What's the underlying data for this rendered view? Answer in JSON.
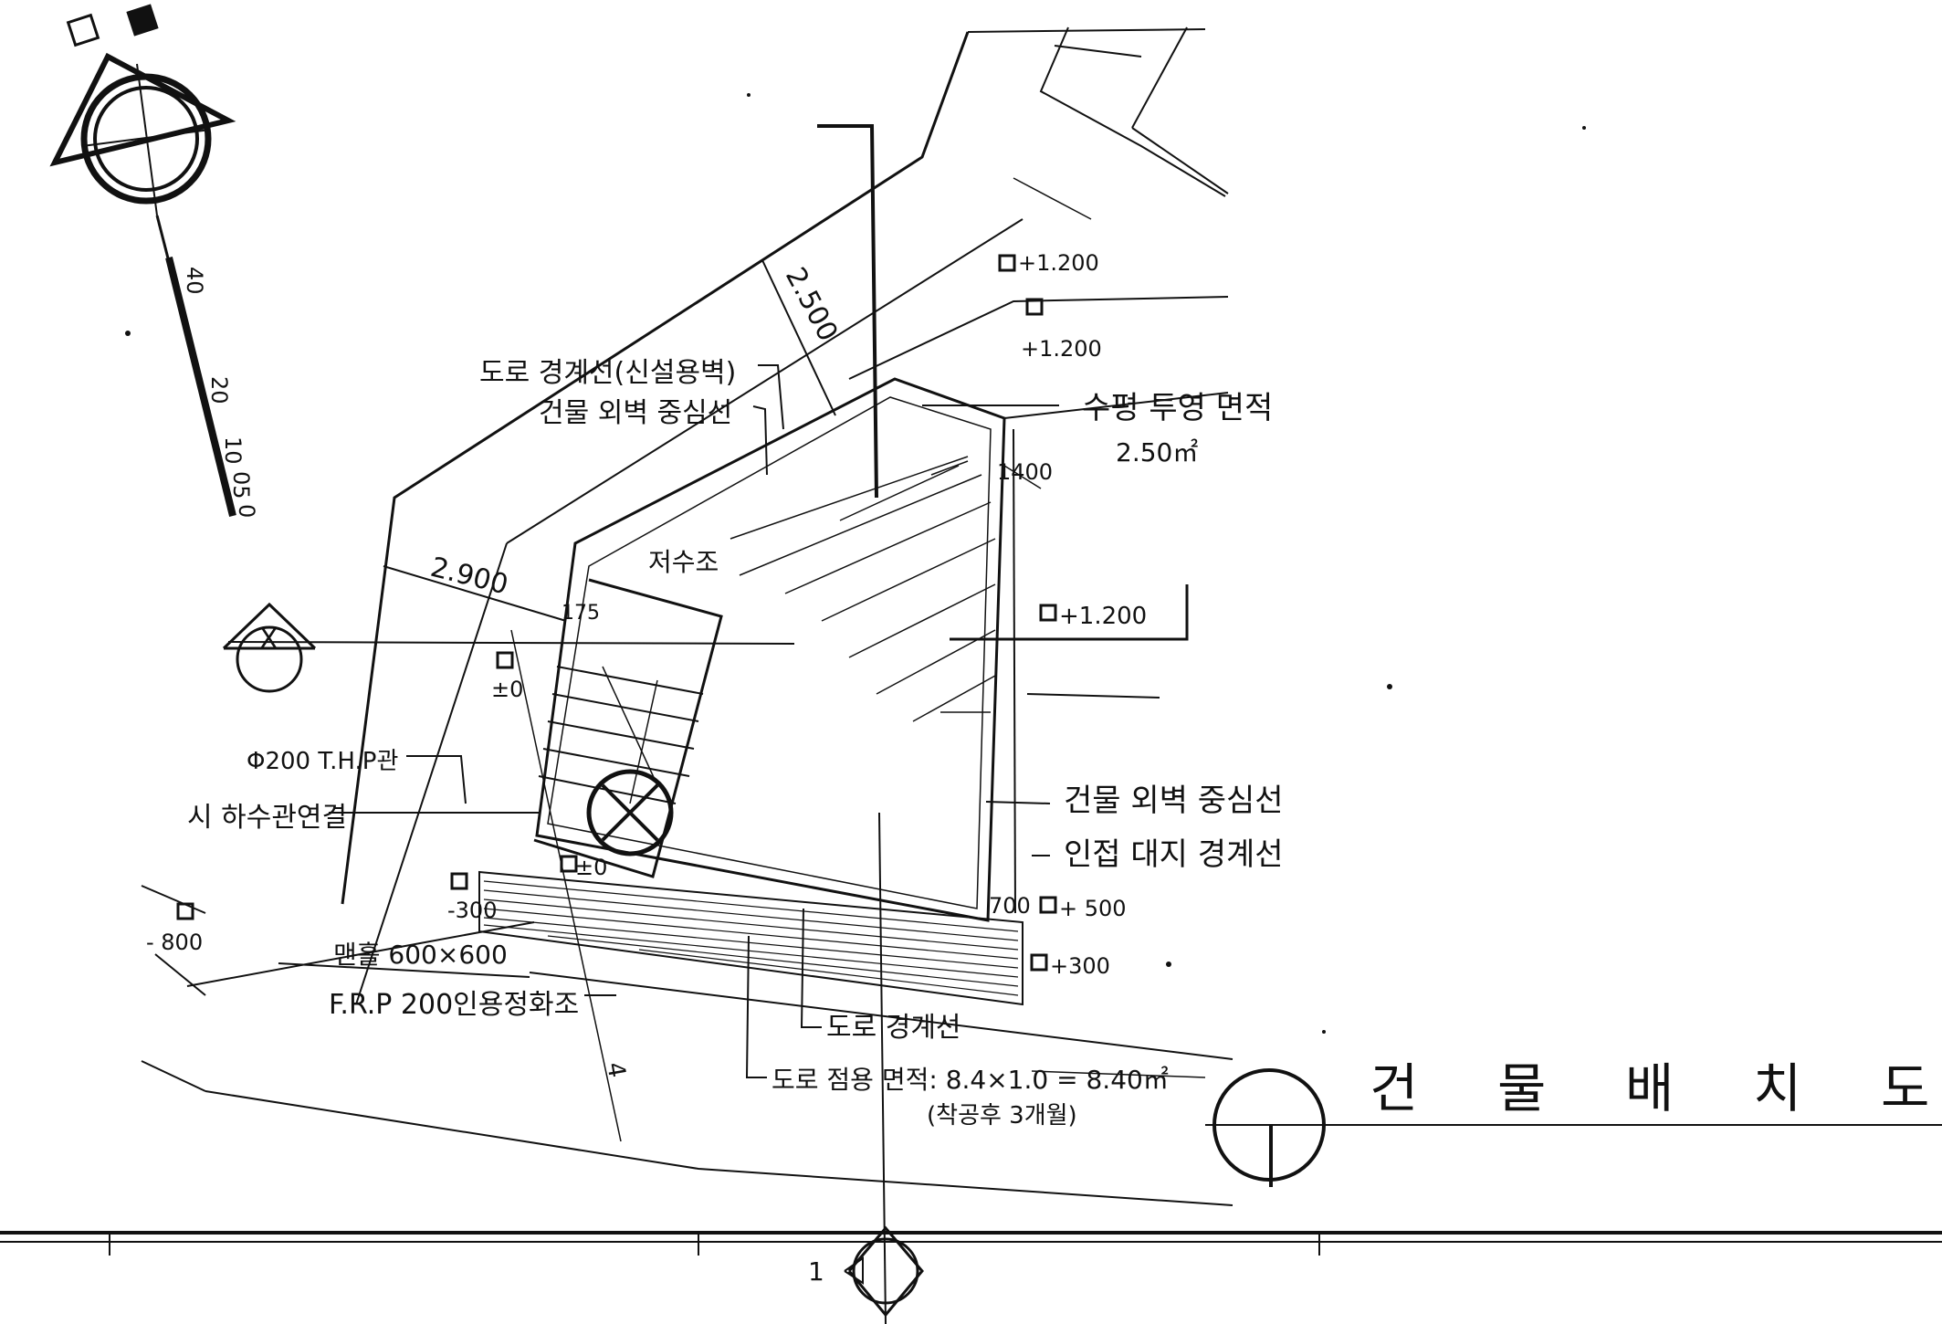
{
  "drawing": {
    "title_chars": [
      "건",
      "물",
      "배",
      "치",
      "도"
    ]
  },
  "scale_bar": {
    "ticks": [
      "40",
      "20",
      "10",
      "05",
      "0"
    ]
  },
  "notes": {
    "road_boundary_existing": "도로 경계선(신설용벽)",
    "building_wall_center_top": "건물 외벽 중심선",
    "horizontal_projection_area": "수평 투영 면적",
    "horizontal_projection_value": "2.50㎡",
    "water_tank": "저수조",
    "pipe_spec": "Φ200 T.H.P관",
    "sewer_connection": "시 하수관연결",
    "building_wall_center_right": "건물 외벽 중심선",
    "adjacent_site_boundary": "인접 대지 경계선",
    "sign_size": "맨홀 600×600",
    "frp_tank": "F.R.P 200인용정화조",
    "road_boundary": "도로 경계선",
    "road_occupation": "도로 점용 면적: 8.4×1.0 = 8.40㎡",
    "occupation_period": "(착공후 3개월)"
  },
  "dimensions": {
    "d_2500": "2.500",
    "d_2900": "2.900",
    "d_1400": "1400",
    "d_700": "700",
    "d_175": "175",
    "d_4": "4"
  },
  "levels": {
    "top_1": "+1.200",
    "top_2": "+1.200",
    "mid": "+1.200",
    "zero_1": "±0",
    "zero_2": "±0",
    "minus_300": "-300",
    "minus_800": "- 800",
    "plus_500": "+ 500",
    "plus_300": "+300"
  },
  "section_markers": {
    "x_marker": "X",
    "bottom_marker": "1"
  }
}
